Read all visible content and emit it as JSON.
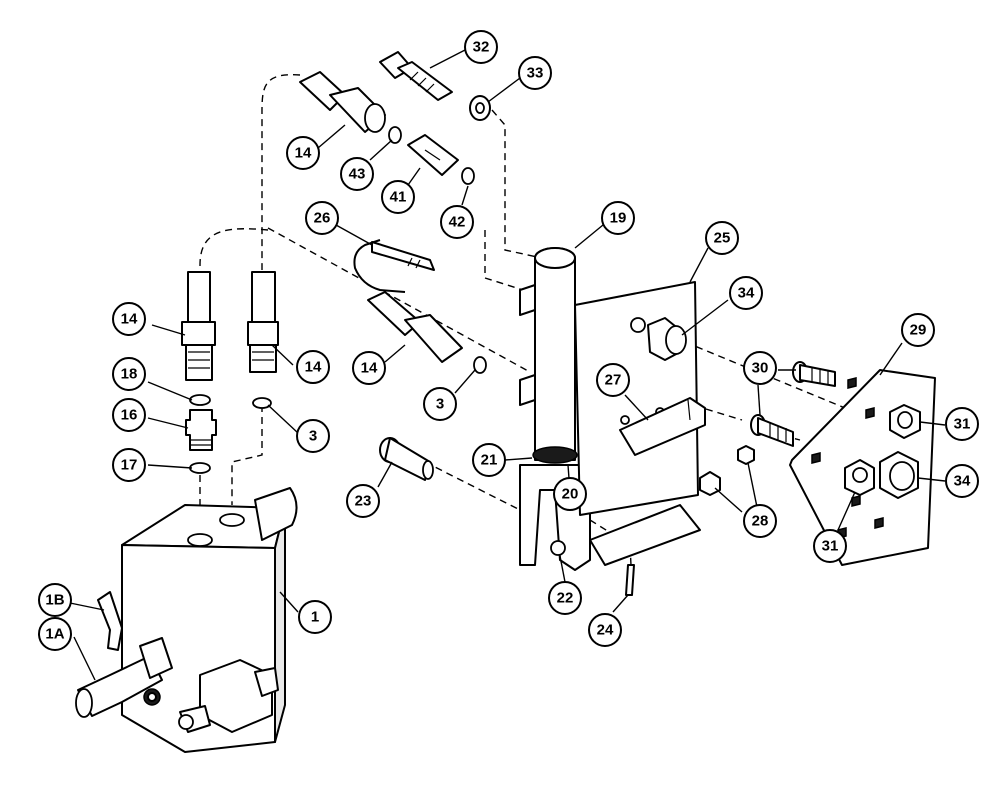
{
  "callouts": {
    "c32": "32",
    "c33": "33",
    "c14a": "14",
    "c43": "43",
    "c41": "41",
    "c42": "42",
    "c26": "26",
    "c19": "19",
    "c25": "25",
    "c34a": "34",
    "c14b": "14",
    "c14c": "14",
    "c14d": "14",
    "c18": "18",
    "c16": "16",
    "c17": "17",
    "c3a": "3",
    "c3b": "3",
    "c27": "27",
    "c30": "30",
    "c29": "29",
    "c31a": "31",
    "c34b": "34",
    "c21": "21",
    "c20": "20",
    "c23": "23",
    "c28": "28",
    "c31b": "31",
    "c22": "22",
    "c24": "24",
    "c1": "1",
    "c1b": "1B",
    "c1a": "1A"
  }
}
